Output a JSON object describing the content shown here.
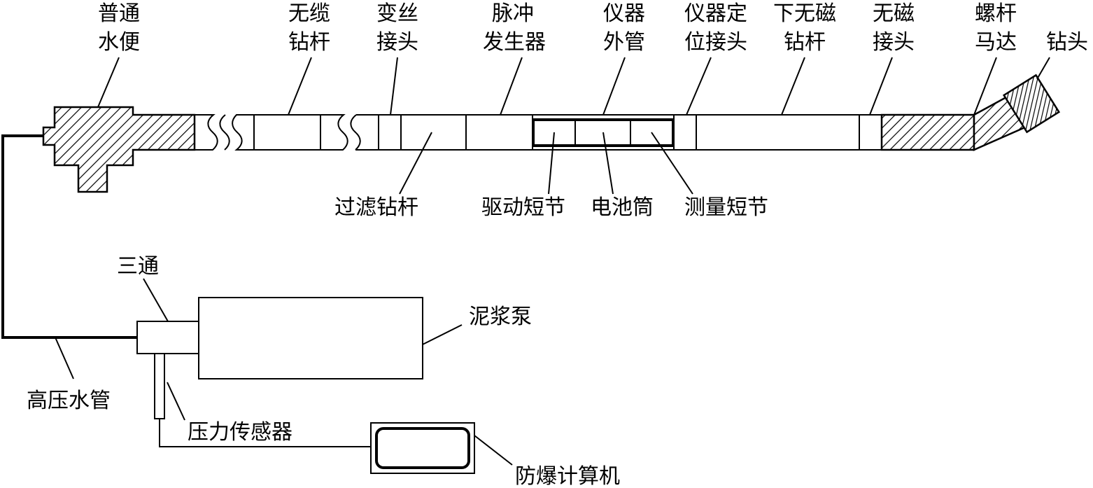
{
  "labels": {
    "water_swivel": [
      "普通",
      "水便"
    ],
    "cableless_rod": [
      "无缆",
      "钻杆"
    ],
    "crossover_sub": [
      "变丝",
      "接头"
    ],
    "pulse_generator": [
      "脉冲",
      "发生器"
    ],
    "instrument_tube": [
      "仪器",
      "外管"
    ],
    "locating_sub": [
      "仪器定",
      "位接头"
    ],
    "lower_nonmag_rod": [
      "下无磁",
      "钻杆"
    ],
    "nonmag_sub": [
      "无磁",
      "接头"
    ],
    "screw_motor": [
      "螺杆",
      "马达"
    ],
    "drill_bit": "钻头",
    "filter_rod": "过滤钻杆",
    "drive_sub": "驱动短节",
    "battery_tube": "电池筒",
    "measure_sub": "测量短节",
    "tee": "三通",
    "mud_pump": "泥浆泵",
    "hp_hose": "高压水管",
    "pressure_sensor": "压力传感器",
    "ex_computer": "防爆计算机"
  }
}
